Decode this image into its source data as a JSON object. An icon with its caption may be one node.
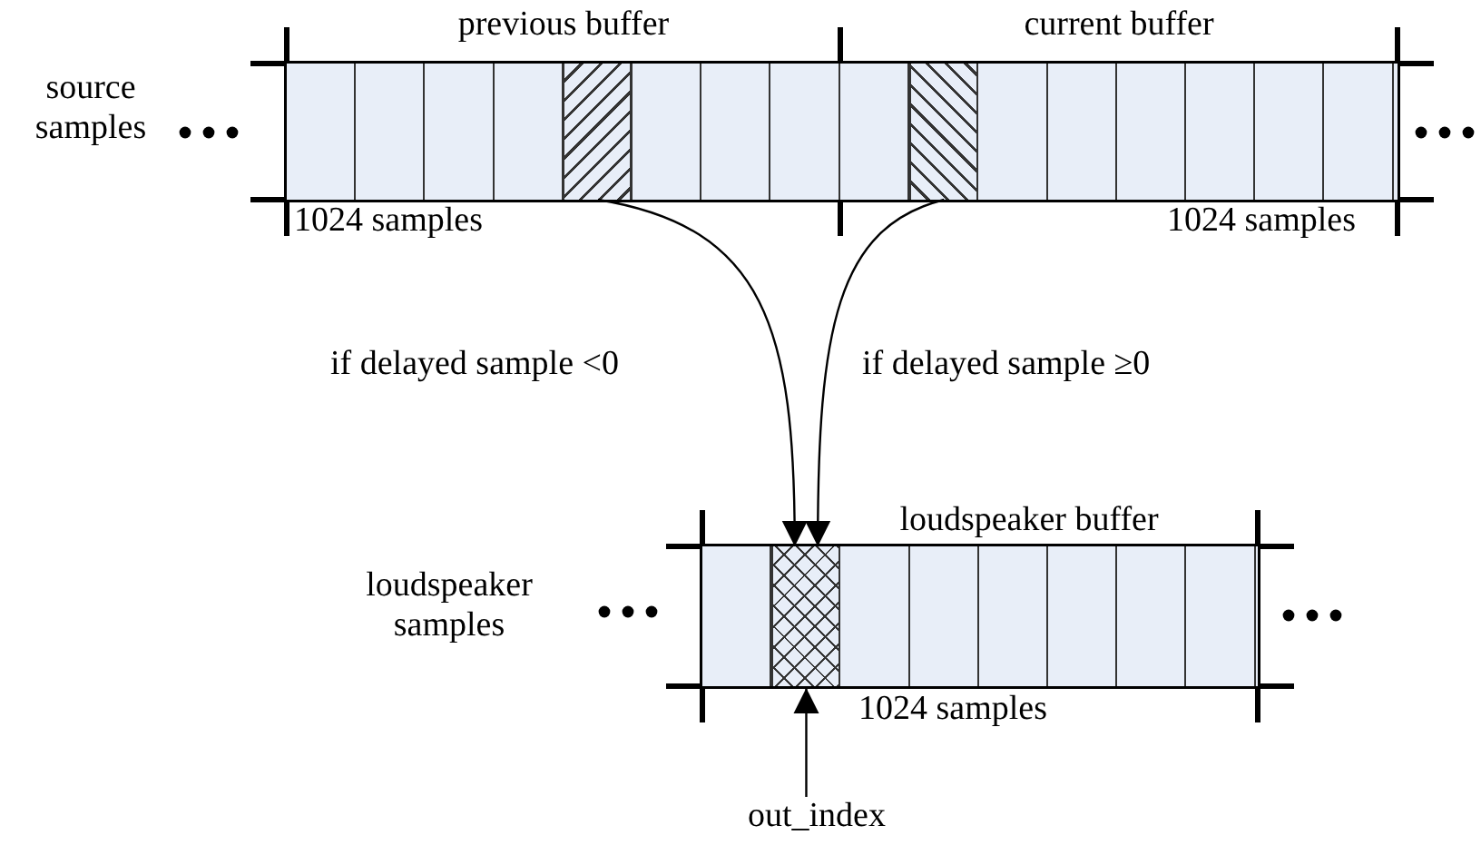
{
  "diagram": {
    "nodes": [
      {
        "text": [
          "previous buffer",
          "1024 samples"
        ]
      },
      {
        "text": [],
        "shape": "box",
        "in": 0
      },
      {
        "text": [
          "current buffer",
          "1024 samples"
        ]
      },
      {
        "text": [],
        "shape": "box",
        "in": 2
      },
      {
        "text": [
          "loudspeaker buffer",
          "1024 samples"
        ]
      },
      {
        "text": [],
        "shape": "box",
        "in": 4
      },
      {
        "text": [
          "out_index"
        ]
      }
    ],
    "edges": [
      {
        "from": 1,
        "to": 5,
        "arrow": "to",
        "label": "if delayed sample <0"
      },
      {
        "from": 3,
        "to": 5,
        "arrow": "to",
        "label": "if delayed sample ≥0"
      },
      {
        "from": 6,
        "to": 5,
        "arrow": "to"
      }
    ],
    "labels": [
      "source samples",
      "loudspeaker samples"
    ]
  }
}
